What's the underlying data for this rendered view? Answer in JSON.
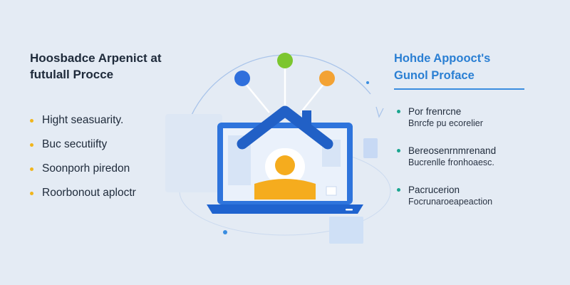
{
  "left": {
    "title_line1": "Hoosbadce Arpenict at",
    "title_line2": "futulall Procce",
    "items": [
      "Hight seasuarity.",
      "Buc secutiifty",
      "Soonporh piredon",
      "Roorbonout aploctr"
    ]
  },
  "right": {
    "title_line1": "Hohde Appooct's",
    "title_line2": "Gunol Proface",
    "items": [
      {
        "title": "Por frenrcne",
        "desc": "Bnrcfe pu ecorelier"
      },
      {
        "title": "Bereosenrnmrenand",
        "desc": "Bucrenlle fronhoaesc."
      },
      {
        "title": "Pacrucerion",
        "desc": "Focrunaroeapeaction"
      }
    ]
  },
  "colors": {
    "background": "#e4ebf4",
    "accent_blue": "#2a7fd3",
    "node_blue": "#2f6fdc",
    "node_green": "#7cc62f",
    "node_orange": "#f3a233",
    "bullet_left": "#f1b51c",
    "bullet_right": "#1aa58f"
  },
  "icons": [
    "house-roof-icon",
    "laptop-icon",
    "user-avatar-icon",
    "network-node-icon"
  ]
}
